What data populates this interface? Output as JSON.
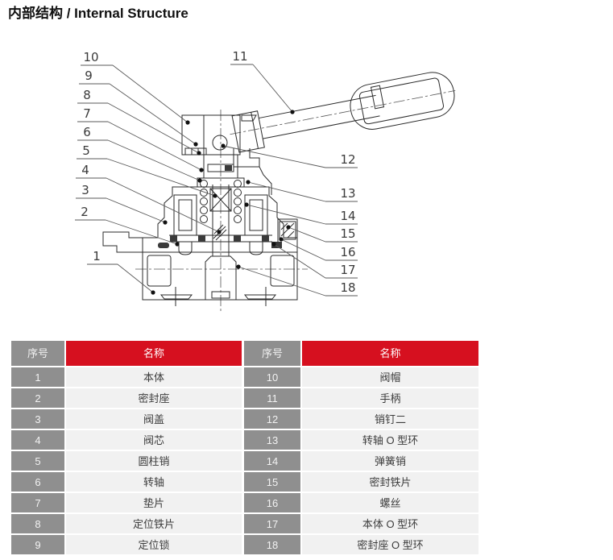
{
  "title": "内部结构 / Internal Structure",
  "diagram": {
    "description": "valve-cross-section",
    "callout_numbers": [
      "1",
      "2",
      "3",
      "4",
      "5",
      "6",
      "7",
      "8",
      "9",
      "10",
      "11",
      "12",
      "13",
      "14",
      "15",
      "16",
      "17",
      "18"
    ]
  },
  "tables": [
    {
      "headers": {
        "no": "序号",
        "name": "名称"
      },
      "rows": [
        {
          "no": "1",
          "name": "本体"
        },
        {
          "no": "2",
          "name": "密封座"
        },
        {
          "no": "3",
          "name": "阀盖"
        },
        {
          "no": "4",
          "name": "阀芯"
        },
        {
          "no": "5",
          "name": "圆柱销"
        },
        {
          "no": "6",
          "name": "转轴"
        },
        {
          "no": "7",
          "name": "垫片"
        },
        {
          "no": "8",
          "name": "定位铁片"
        },
        {
          "no": "9",
          "name": "定位锁"
        }
      ]
    },
    {
      "headers": {
        "no": "序号",
        "name": "名称"
      },
      "rows": [
        {
          "no": "10",
          "name": "阀帽"
        },
        {
          "no": "11",
          "name": "手柄"
        },
        {
          "no": "12",
          "name": "销钉二"
        },
        {
          "no": "13",
          "name": "转轴 O 型环"
        },
        {
          "no": "14",
          "name": "弹簧销"
        },
        {
          "no": "15",
          "name": "密封铁片"
        },
        {
          "no": "16",
          "name": "螺丝"
        },
        {
          "no": "17",
          "name": "本体 O 型环"
        },
        {
          "no": "18",
          "name": "密封座 O 型环"
        }
      ]
    }
  ],
  "colors": {
    "header_red": "#d6101f",
    "cell_gray": "#8f8f8f",
    "cell_light": "#f1f1f1",
    "line_color": "#2b2b2b"
  }
}
